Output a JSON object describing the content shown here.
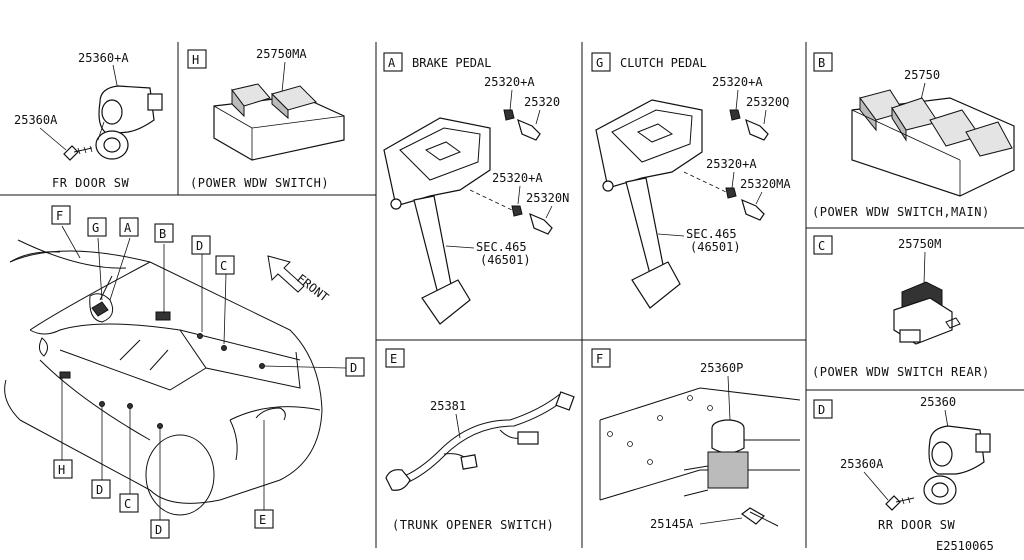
{
  "diagram_code": "E2510065",
  "panels": {
    "fr_door": {
      "caption": "FR DOOR SW",
      "parts": [
        "25360+A",
        "25360A"
      ]
    },
    "h": {
      "letter": "H",
      "caption": "(POWER WDW SWITCH)",
      "part": "25750MA"
    },
    "a": {
      "letter": "A",
      "title": "BRAKE PEDAL",
      "parts": [
        "25320+A",
        "25320",
        "25320+A",
        "25320N"
      ],
      "sec": "SEC.465",
      "sec_ref": "(46501)"
    },
    "g": {
      "letter": "G",
      "title": "CLUTCH PEDAL",
      "parts": [
        "25320+A",
        "25320Q",
        "25320+A",
        "25320MA"
      ],
      "sec": "SEC.465",
      "sec_ref": "(46501)"
    },
    "b": {
      "letter": "B",
      "caption": "(POWER WDW SWITCH,MAIN)",
      "part": "25750"
    },
    "c": {
      "letter": "C",
      "caption": "(POWER WDW SWITCH REAR)",
      "part": "25750M"
    },
    "d": {
      "letter": "D",
      "caption": "RR DOOR SW",
      "parts": [
        "25360",
        "25360A"
      ]
    },
    "e": {
      "letter": "E",
      "caption": "(TRUNK OPENER SWITCH)",
      "part": "25381"
    },
    "f": {
      "letter": "F",
      "parts": [
        "25360P",
        "25145A"
      ]
    },
    "car": {
      "front_label": "FRONT",
      "callouts": [
        "F",
        "G",
        "A",
        "B",
        "D",
        "C",
        "D",
        "H",
        "D",
        "C",
        "D",
        "E"
      ]
    }
  }
}
